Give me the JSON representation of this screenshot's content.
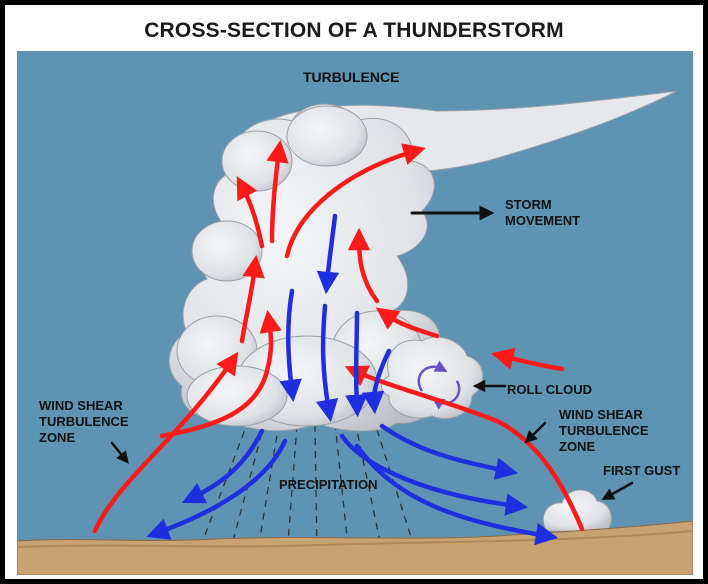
{
  "title": "CROSS-SECTION OF A THUNDERSTORM",
  "labels": {
    "turbulence": "TURBULENCE",
    "storm_movement_1": "STORM",
    "storm_movement_2": "MOVEMENT",
    "roll_cloud": "ROLL CLOUD",
    "wind_shear_left_1": "WIND SHEAR",
    "wind_shear_left_2": "TURBULENCE",
    "wind_shear_left_3": "ZONE",
    "wind_shear_right_1": "WIND SHEAR",
    "wind_shear_right_2": "TURBULENCE",
    "wind_shear_right_3": "ZONE",
    "first_gust": "FIRST GUST",
    "precipitation": "PRECIPITATION"
  },
  "colors": {
    "sky": "#5f93b3",
    "cloud": "#e3e6ea",
    "ground": "#c9a272",
    "updraft_arrow": "#ff1a1a",
    "downdraft_arrow": "#1f2fe0",
    "roll_arrow": "#6a4fc7",
    "pointer_arrow": "#111111"
  }
}
